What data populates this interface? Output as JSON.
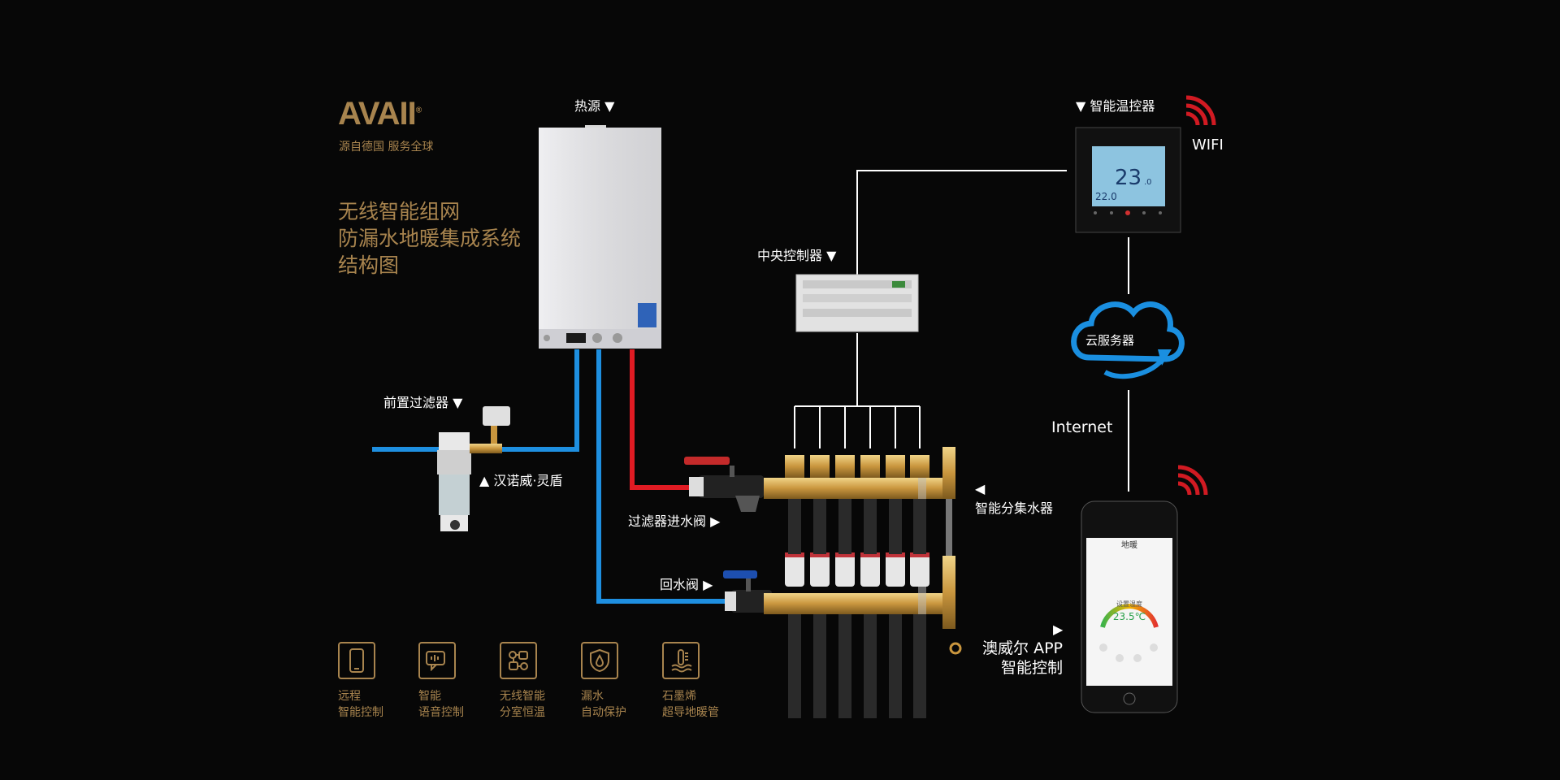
{
  "brand": {
    "logo_text": "AVAII",
    "registered": "®",
    "tagline": "源自德国  服务全球"
  },
  "title_lines": [
    "无线智能组网",
    "防漏水地暖集成系统",
    "结构图"
  ],
  "labels": {
    "heat_source": "热源 ▼",
    "central_controller": "中央控制器 ▼",
    "thermostat": "▼ 智能温控器",
    "wifi": "WIFI",
    "cloud": "云服务器",
    "internet": "Internet",
    "pre_filter": "前置过滤器 ▼",
    "filter_brand": "▲ 汉诺威·灵盾",
    "filter_inlet_valve": "过滤器进水阀 ▶",
    "return_valve": "回水阀 ▶",
    "manifold": "◀\n智能分集水器",
    "app_arrow": "▶",
    "app_line1": "澳威尔 APP",
    "app_line2": "智能控制"
  },
  "thermostat_screen": {
    "temp": "23",
    "decimal": ".0",
    "set_temp": "22.0"
  },
  "phone_screen": {
    "header": "地暖",
    "gauge_label": "设置温度",
    "gauge_value": "23.5℃"
  },
  "features": [
    {
      "icon": "phone-icon",
      "line1": "远程",
      "line2": "智能控制"
    },
    {
      "icon": "voice-icon",
      "line1": "智能",
      "line2": "语音控制"
    },
    {
      "icon": "network-icon",
      "line1": "无线智能",
      "line2": "分室恒温"
    },
    {
      "icon": "water-drop-shield-icon",
      "line1": "漏水",
      "line2": "自动保护"
    },
    {
      "icon": "thermometer-icon",
      "line1": "石墨烯",
      "line2": "超导地暖管"
    }
  ],
  "colors": {
    "gold": "#a8844e",
    "hot_pipe": "#e01b23",
    "cold_pipe": "#1e8fe0",
    "cloud": "#1a8fe0",
    "wire": "#ffffff"
  }
}
